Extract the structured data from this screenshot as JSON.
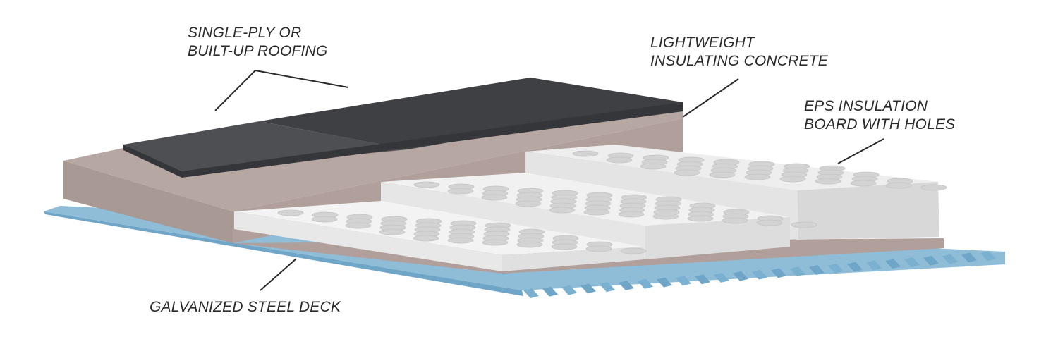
{
  "labels": {
    "roofing": {
      "lines": [
        "SINGLE-PLY OR",
        "BUILT-UP ROOFING"
      ]
    },
    "concrete": {
      "lines": [
        "LIGHTWEIGHT",
        "INSULATING CONCRETE"
      ]
    },
    "eps": {
      "lines": [
        "EPS INSULATION",
        "BOARD WITH HOLES"
      ]
    },
    "deck": {
      "lines": [
        "GALVANIZED STEEL DECK"
      ]
    }
  },
  "colors": {
    "deck_top": "#8fbdd8",
    "deck_face": "#6fa6c8",
    "concrete_top": "#b3a39e",
    "concrete_face": "#a49591",
    "roof_top": "#4a4b4f",
    "roof_face": "#3a3b3e",
    "eps_top": "#f0f0f0",
    "eps_face": "#e2e2e2",
    "hole": "#d2d2d2",
    "leader": "#2b2b2b"
  },
  "icons": {
    "deck": "corrugated-deck-illustration",
    "boards": "perforated-eps-board-illustration"
  }
}
